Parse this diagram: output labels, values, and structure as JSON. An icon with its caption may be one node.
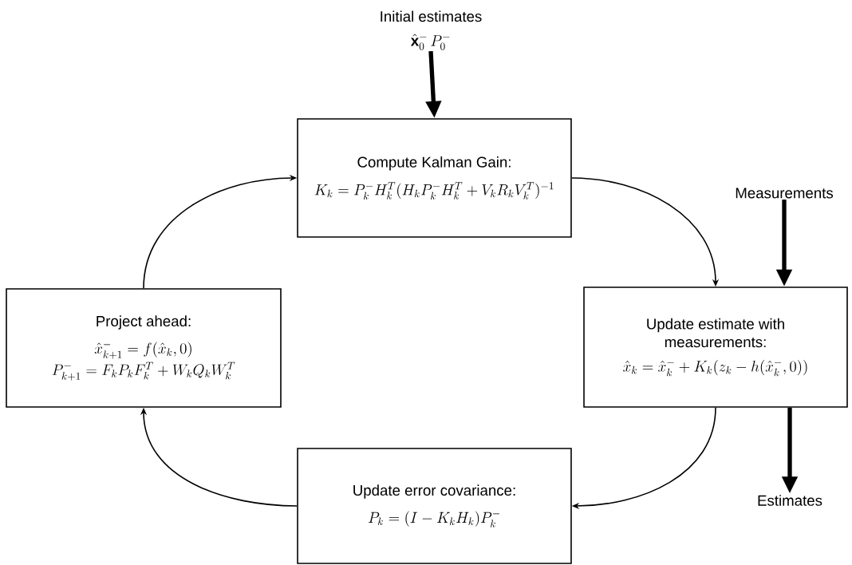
{
  "diagram": {
    "nodes": [
      {
        "text": [
          "Initial estimates",
          "\\hat{\\mathbf{x}}_0^-\\,P_0^-"
        ]
      },
      {
        "text": [
          "Compute Kalman Gain:",
          "K_k = P_k^- H_k^T (H_k P_k^- H_k^T + V_k R_k V_k^T)^{-1}"
        ]
      },
      {
        "text": [
          "Measurements"
        ]
      },
      {
        "text": [
          "Project ahead:",
          "\\hat{x}_{k+1}^- = f(\\hat{x}_k, 0)",
          "P_{k+1}^- = F_k P_k F_k^T + W_k Q_k W_k^T"
        ]
      },
      {
        "text": [
          "Update estimate with measurements:",
          "\\hat{x}_k = \\hat{x}_k^- + K_k (z_k - h(\\hat{x}_k^-, 0))"
        ]
      },
      {
        "text": [
          "Update error covariance:",
          "P_k = (I - K_k H_k) P_k^-"
        ]
      },
      {
        "text": [
          "Estimates"
        ]
      }
    ],
    "edges": [
      {
        "from": 0,
        "to": 1,
        "arrow": "to",
        "style": "thick"
      },
      {
        "from": 1,
        "to": 4,
        "arrow": "to"
      },
      {
        "from": 2,
        "to": 4,
        "arrow": "to",
        "style": "thick"
      },
      {
        "from": 4,
        "to": 5,
        "arrow": "to"
      },
      {
        "from": 4,
        "to": 6,
        "arrow": "to",
        "style": "thick"
      },
      {
        "from": 5,
        "to": 3,
        "arrow": "to"
      },
      {
        "from": 3,
        "to": 1,
        "arrow": "to"
      }
    ]
  }
}
